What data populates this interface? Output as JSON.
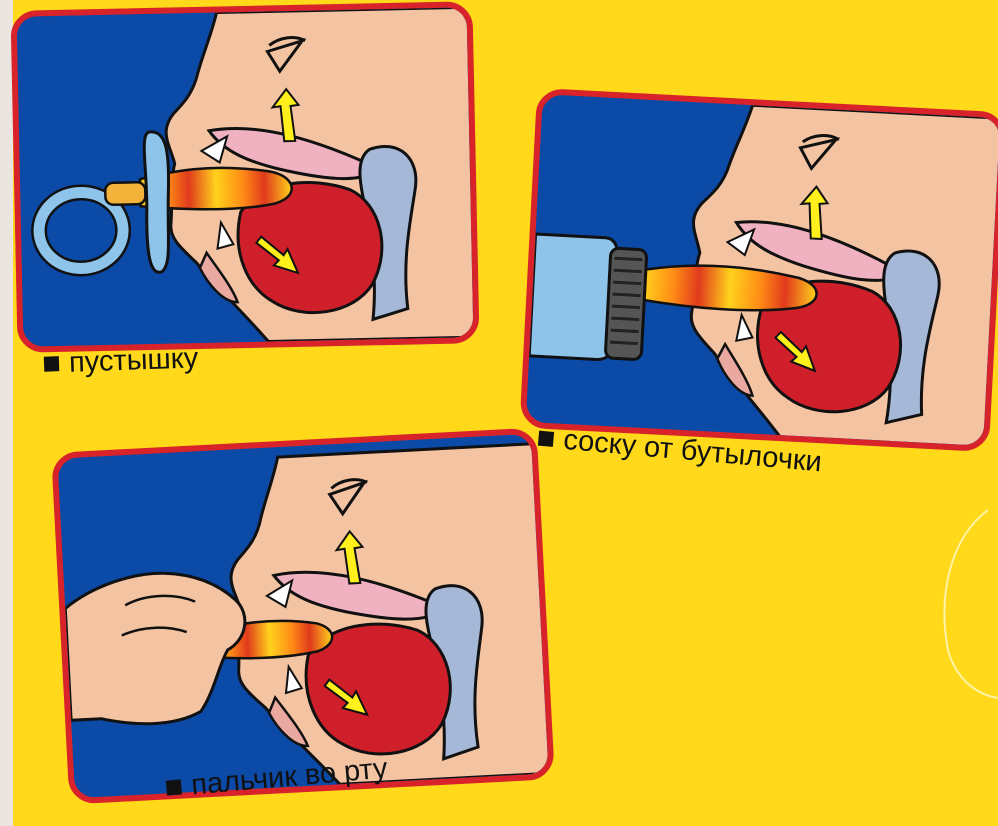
{
  "colors": {
    "background": "#ffd91a",
    "card_border": "#d8232a",
    "card_background": "#0c4aa8",
    "skin": "#f4c4a2",
    "tongue": "#cf1f2a",
    "palate": "#f0b2c0",
    "ear": "#a6b8d8",
    "arrow": "#fff01c"
  },
  "panels": [
    {
      "caption": "пустышку",
      "object_icon": "pacifier-icon"
    },
    {
      "caption": "соску от бутылочки",
      "object_icon": "bottle-icon"
    },
    {
      "caption": "пальчик во рту",
      "object_icon": "thumb-icon"
    }
  ]
}
